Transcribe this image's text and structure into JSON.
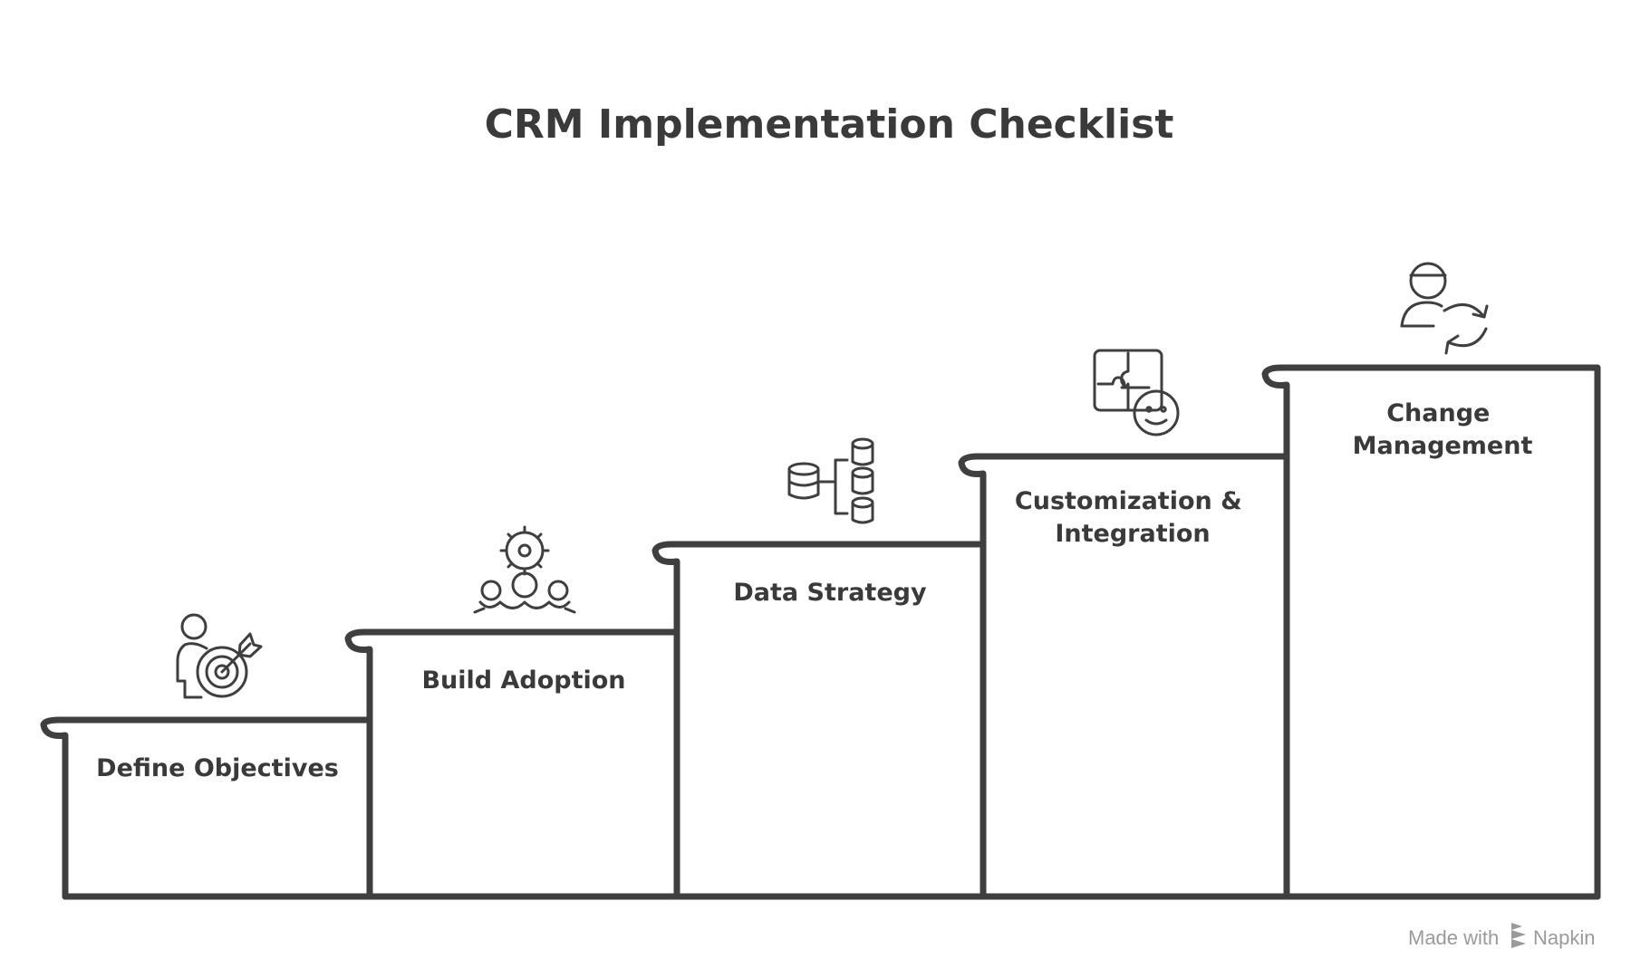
{
  "title": "CRM Implementation Checklist",
  "steps": [
    {
      "lines": [
        "Define Objectives"
      ],
      "icon": "person-target-icon"
    },
    {
      "lines": [
        "Build Adoption"
      ],
      "icon": "team-gear-icon"
    },
    {
      "lines": [
        "Data Strategy"
      ],
      "icon": "database-hierarchy-icon"
    },
    {
      "lines": [
        "Customization &",
        "Integration"
      ],
      "icon": "puzzle-smiley-icon"
    },
    {
      "lines": [
        "Change",
        "Management"
      ],
      "icon": "person-cycle-icon"
    }
  ],
  "watermark": {
    "prefix": "Made with",
    "brand": "Napkin"
  },
  "colors": {
    "stroke": "#3f3f3f",
    "text": "#3a3a3a",
    "watermark": "#9a9a9a"
  }
}
